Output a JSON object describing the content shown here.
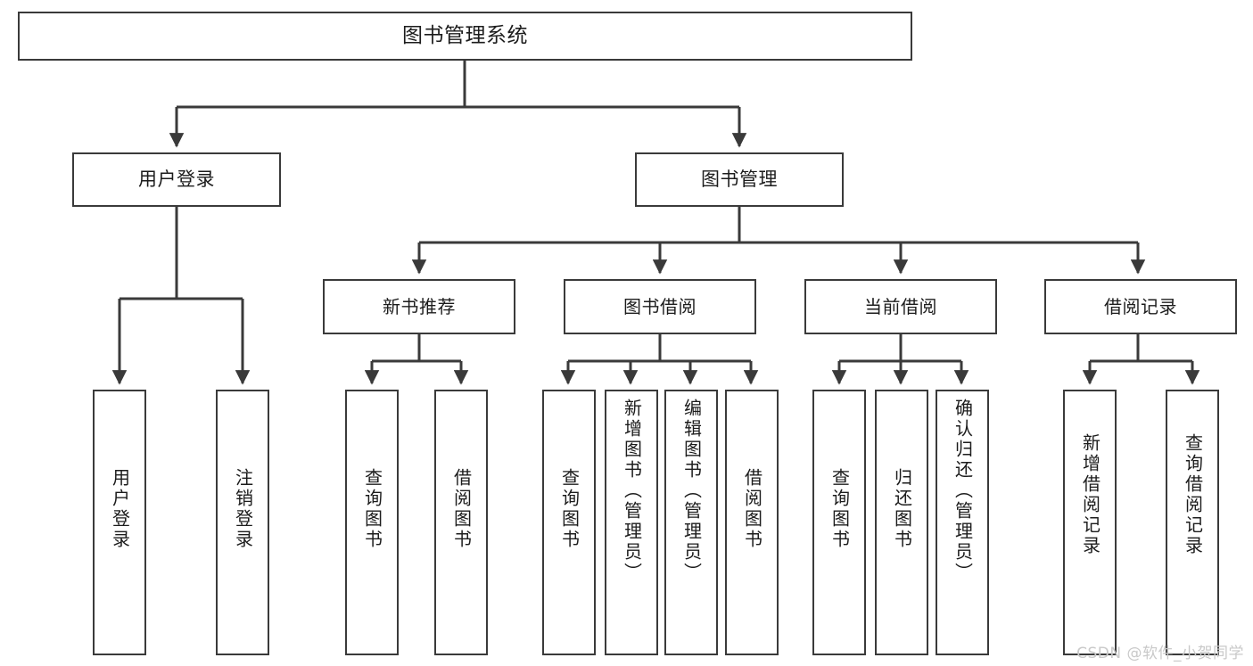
{
  "diagram": {
    "title": "图书管理系统",
    "type": "tree",
    "orientation": "top-down",
    "colors": {
      "box_border": "#3a3a3a",
      "box_fill": "#ffffff",
      "edge": "#3a3a3a",
      "text": "#1c1c1c",
      "background": "#ffffff",
      "watermark": "#c9c9c9"
    },
    "watermark": "CSDN @软件_小贺同学"
  },
  "nodes": {
    "root": {
      "label": "图书管理系统",
      "level": 0
    },
    "level1": [
      {
        "id": "user-login",
        "label": "用户登录"
      },
      {
        "id": "book-management",
        "label": "图书管理"
      }
    ],
    "level2": [
      {
        "id": "new-book-recommend",
        "label": "新书推荐",
        "parent": "book-management"
      },
      {
        "id": "book-borrow",
        "label": "图书借阅",
        "parent": "book-management"
      },
      {
        "id": "current-borrow",
        "label": "当前借阅",
        "parent": "book-management"
      },
      {
        "id": "borrow-record",
        "label": "借阅记录",
        "parent": "book-management"
      }
    ],
    "leaves": {
      "user-login": [
        {
          "id": "leaf-user-login",
          "label": "用户登录"
        },
        {
          "id": "leaf-user-logout",
          "label": "注销登录"
        }
      ],
      "new-book-recommend": [
        {
          "id": "leaf-query-book-1",
          "label": "查询图书"
        },
        {
          "id": "leaf-borrow-book-1",
          "label": "借阅图书"
        }
      ],
      "book-borrow": [
        {
          "id": "leaf-query-book-2",
          "label": "查询图书"
        },
        {
          "id": "leaf-add-book",
          "label": "新增图书（管理员）"
        },
        {
          "id": "leaf-edit-book",
          "label": "编辑图书（管理员）"
        },
        {
          "id": "leaf-borrow-book-2",
          "label": "借阅图书"
        }
      ],
      "current-borrow": [
        {
          "id": "leaf-query-book-3",
          "label": "查询图书"
        },
        {
          "id": "leaf-return-book",
          "label": "归还图书"
        },
        {
          "id": "leaf-confirm-return",
          "label": "确认归还（管理员）"
        }
      ],
      "borrow-record": [
        {
          "id": "leaf-add-record",
          "label": "新增借阅记录"
        },
        {
          "id": "leaf-query-record",
          "label": "查询借阅记录"
        }
      ]
    }
  }
}
